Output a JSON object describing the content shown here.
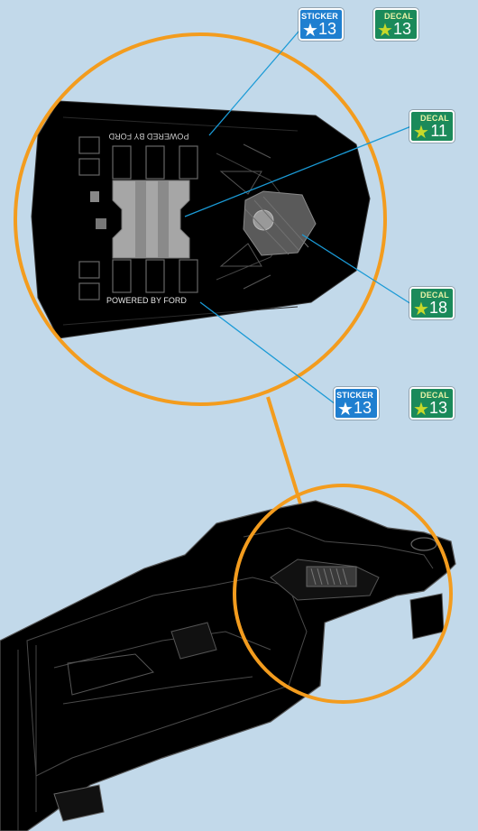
{
  "colors": {
    "background": "#c2d9ea",
    "callout_circle": "#f39c1e",
    "leader_line": "#1a9ad6",
    "sticker_tag": "#1f7fd0",
    "decal_tag": "#1b8a5a",
    "decal_star": "#c7d92a",
    "part_fill": "#000000",
    "part_outline": "#5a5a5a"
  },
  "tags": [
    {
      "id": "sticker-13-top",
      "kind": "STICKER",
      "number": "13"
    },
    {
      "id": "decal-13-top",
      "kind": "DECAL",
      "number": "13"
    },
    {
      "id": "decal-11",
      "kind": "DECAL",
      "number": "11"
    },
    {
      "id": "decal-18",
      "kind": "DECAL",
      "number": "18"
    },
    {
      "id": "sticker-13-bottom",
      "kind": "STICKER",
      "number": "13"
    },
    {
      "id": "decal-13-bottom",
      "kind": "DECAL",
      "number": "13"
    }
  ],
  "dashboard": {
    "brand_text_top": "POWERED BY FORD",
    "brand_text_bottom": "POWERED BY FORD"
  }
}
